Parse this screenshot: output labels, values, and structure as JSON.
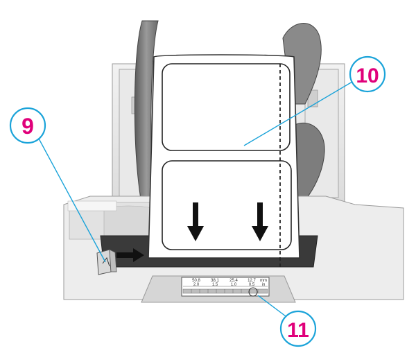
{
  "callouts": [
    {
      "id": "9",
      "label": "9"
    },
    {
      "id": "10",
      "label": "10"
    },
    {
      "id": "11",
      "label": "11"
    }
  ],
  "scale": {
    "mm_unit": "mm",
    "in_unit": "in",
    "mm_values": [
      "50.8",
      "38.1",
      "25.4",
      "12.7"
    ],
    "in_values": [
      "2.0",
      "1.5",
      "1.0",
      "0.5"
    ]
  },
  "colors": {
    "callout_number": "#e0007a",
    "callout_ring": "#1aa3d9",
    "leader_line": "#1aa3d9",
    "printer_body": "#e6e6e6",
    "outline": "#333333",
    "arrow": "#111111"
  }
}
